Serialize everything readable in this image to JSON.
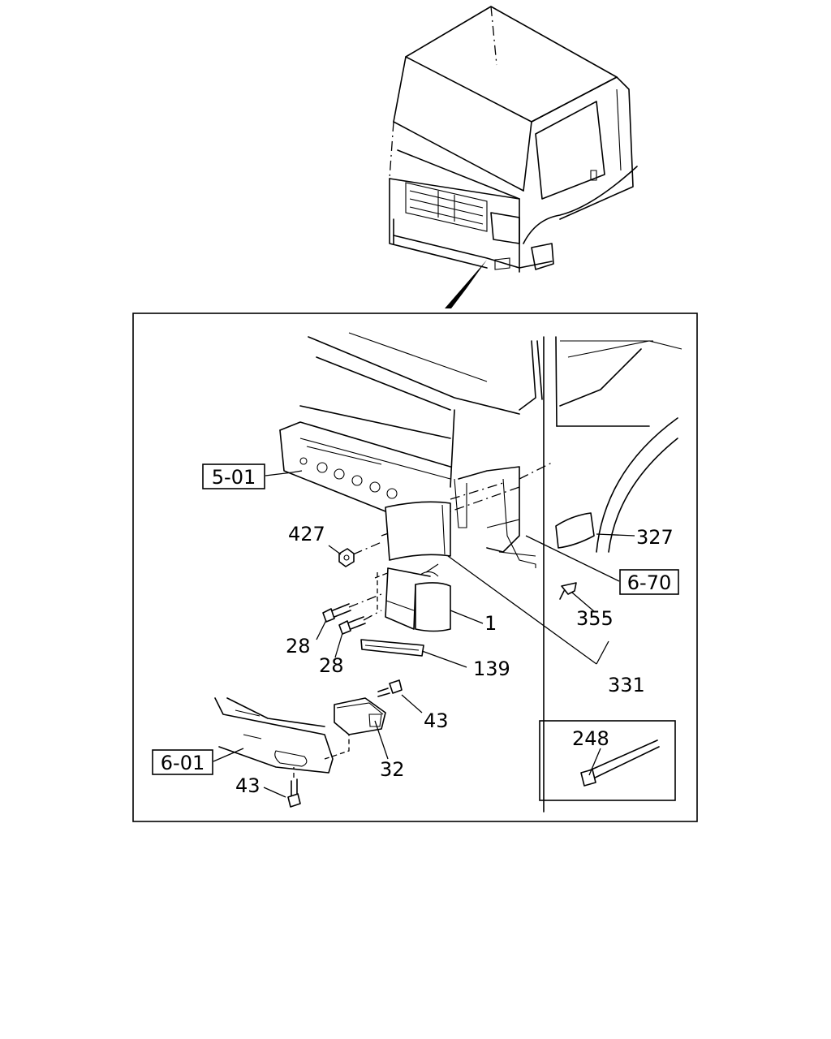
{
  "callouts": {
    "ref_5_01": "5-01",
    "ref_6_70": "6-70",
    "ref_6_01": "6-01",
    "p427": "427",
    "p327": "327",
    "p355": "355",
    "p331": "331",
    "p1": "1",
    "p28a": "28",
    "p28b": "28",
    "p139": "139",
    "p43a": "43",
    "p43b": "43",
    "p32": "32",
    "p248": "248"
  },
  "icons": [
    "truck-cab-overview",
    "corner-panel-assembly",
    "clamp-detail"
  ]
}
